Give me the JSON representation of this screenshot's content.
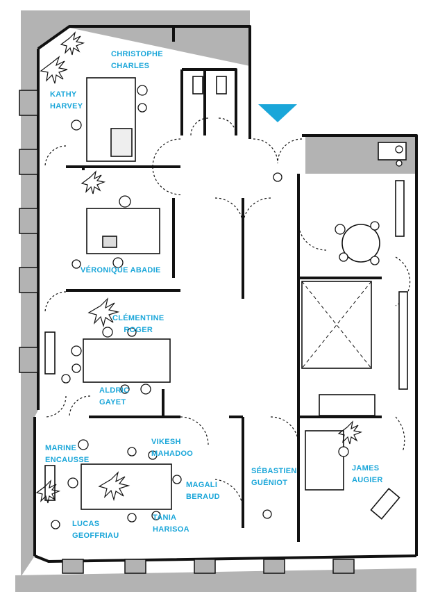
{
  "colors": {
    "label": "#1aa6d9",
    "wall": "#111111",
    "exterior": "#b3b3b3",
    "entrance_marker": "#1aa6d9"
  },
  "people": [
    {
      "id": "christophe-charles",
      "lines": [
        "CHRISTOPHE",
        "CHARLES"
      ]
    },
    {
      "id": "kathy-harvey",
      "lines": [
        "KATHY",
        "HARVEY"
      ]
    },
    {
      "id": "veronique-abadie",
      "lines": [
        "VÉRONIQUE ABADIE"
      ]
    },
    {
      "id": "clementine-roger",
      "lines": [
        "CLÉMENTINE",
        "ROGER"
      ]
    },
    {
      "id": "aldric-gayet",
      "lines": [
        "ALDRIC",
        "GAYET"
      ]
    },
    {
      "id": "marine-encausse",
      "lines": [
        "MARINE",
        "ENCAUSSE"
      ]
    },
    {
      "id": "vikesh-mahadoo",
      "lines": [
        "VIKESH",
        "MAHADOO"
      ]
    },
    {
      "id": "magali-beraud",
      "lines": [
        "MAGALI",
        "BERAUD"
      ]
    },
    {
      "id": "sebastien-gueniot",
      "lines": [
        "SÉBASTIEN",
        "GUÉNIOT"
      ]
    },
    {
      "id": "james-augier",
      "lines": [
        "JAMES",
        "AUGIER"
      ]
    },
    {
      "id": "lucas-geoffriau",
      "lines": [
        "LUCAS",
        "GEOFFRIAU"
      ]
    },
    {
      "id": "tania-harisoa",
      "lines": [
        "TANIA",
        "HARISOA"
      ]
    }
  ]
}
